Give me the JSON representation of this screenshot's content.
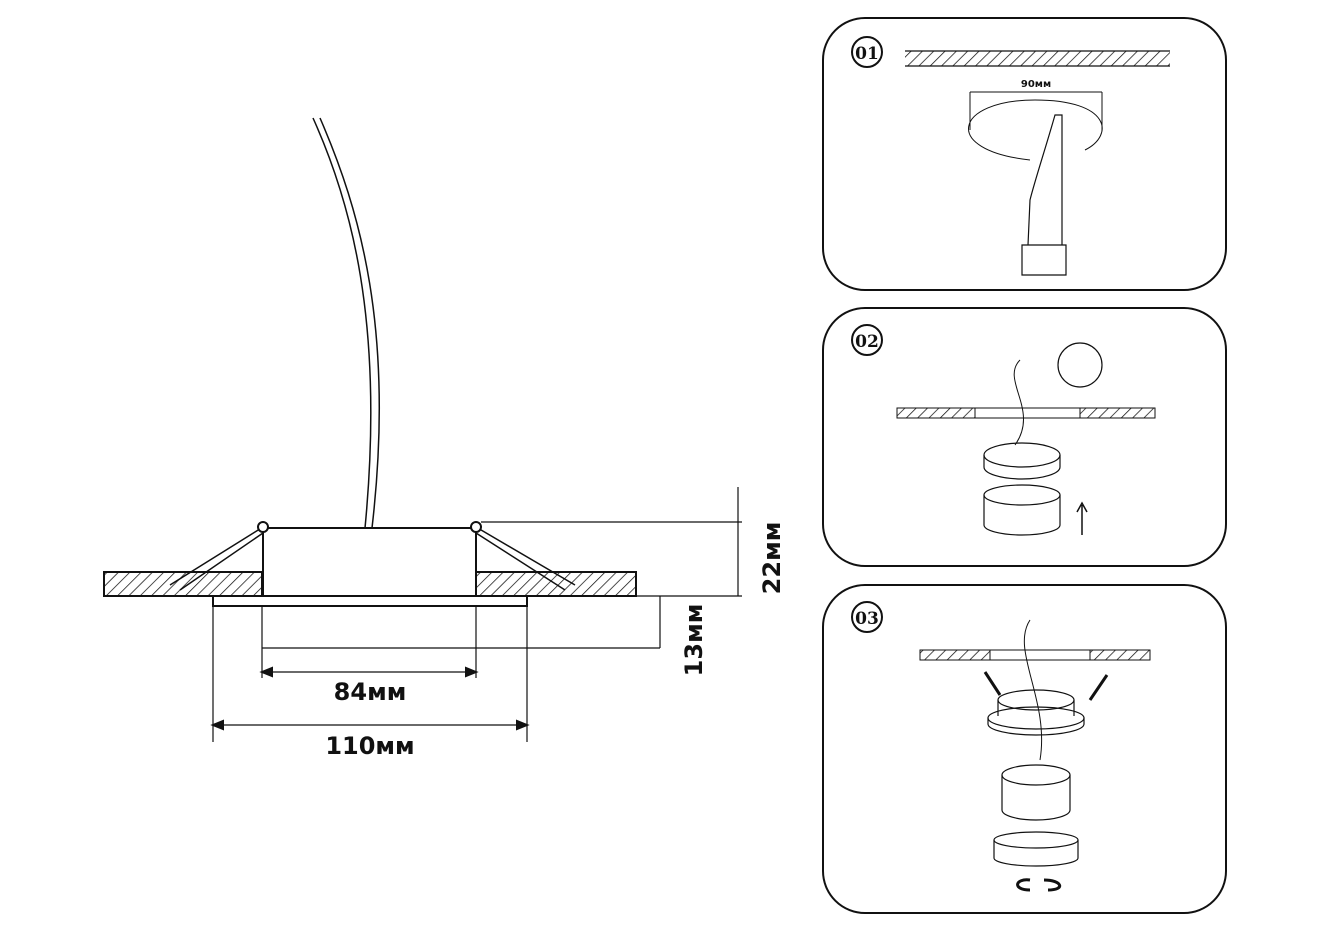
{
  "main_drawing": {
    "dim_height_total": "22мм",
    "dim_height_bezel": "13мм",
    "dim_inner_width": "84мм",
    "dim_outer_width": "110мм"
  },
  "steps": [
    {
      "number": "01",
      "label": "90мм"
    },
    {
      "number": "02"
    },
    {
      "number": "03"
    }
  ],
  "colors": {
    "line": "#111111",
    "background": "#ffffff"
  }
}
